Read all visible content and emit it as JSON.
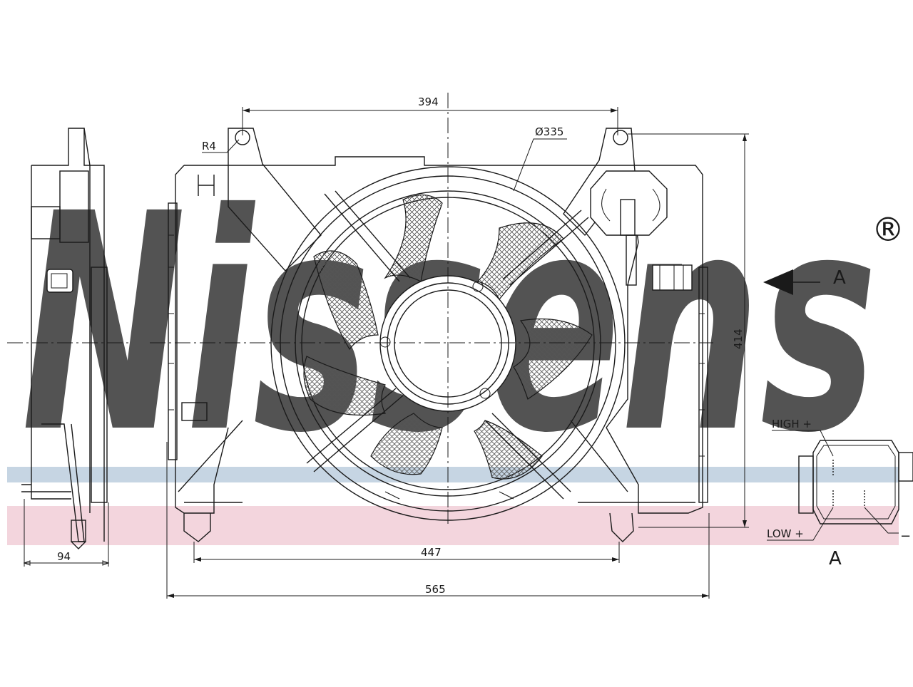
{
  "watermark": {
    "text": "Nissens",
    "registered": "®",
    "color": "#b9ccdc",
    "band_blue": "#c6d5e3",
    "band_pink": "#f0cbd4"
  },
  "dimensions": {
    "top_width": "394",
    "fan_diameter": "Ø335",
    "radius": "R4",
    "height": "414",
    "side_depth": "94",
    "bottom_mount": "447",
    "overall_width": "565"
  },
  "connector": {
    "view_label": "A",
    "detail_label": "A",
    "high": "HIGH +",
    "low": "LOW +",
    "ground": "−"
  },
  "colors": {
    "line": "#1a1a1a",
    "hatch": "#555555"
  }
}
